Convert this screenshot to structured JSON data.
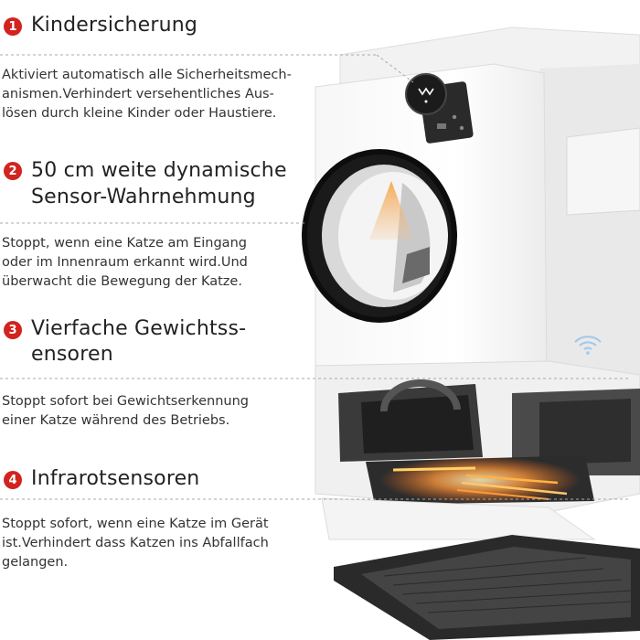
{
  "features": [
    {
      "number": "1",
      "title_lines": [
        "Kindersicherung"
      ],
      "desc_lines": [
        "Aktiviert automatisch alle Sicherheitsmech-",
        "anismen.Verhindert versehentliches Aus-",
        "lösen durch kleine Kinder oder Haustiere."
      ]
    },
    {
      "number": "2",
      "title_lines": [
        "50 cm weite dynamische",
        "Sensor-Wahrnehmung"
      ],
      "desc_lines": [
        "Stoppt, wenn eine Katze am Eingang",
        "oder im Innenraum erkannt wird.Und",
        "überwacht die Bewegung der Katze."
      ]
    },
    {
      "number": "3",
      "title_lines": [
        "Vierfache Gewichtss-",
        "ensoren"
      ],
      "desc_lines": [
        "Stoppt sofort bei Gewichtserkennung",
        "einer Katze während des Betriebs."
      ]
    },
    {
      "number": "4",
      "title_lines": [
        "Infrarotsensoren"
      ],
      "desc_lines": [
        "Stoppt sofort, wenn eine Katze im Gerät",
        "ist.Verhindert dass Katzen ins Abfallfach",
        "gelangen."
      ]
    }
  ],
  "colors": {
    "badge": "#d2231f",
    "text": "#222222",
    "glow": "#ff9a3c"
  }
}
